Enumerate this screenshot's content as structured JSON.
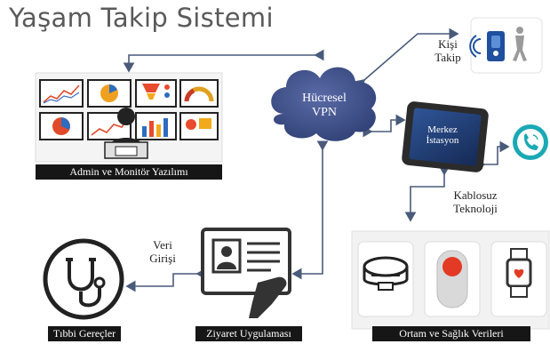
{
  "title": "Yaşam Takip Sistemi",
  "cloud": {
    "line1": "Hücresel",
    "line2": "VPN"
  },
  "tablet": {
    "line1": "Merkez",
    "line2": "İstasyon"
  },
  "person_tracking": {
    "line1": "Kişi",
    "line2": "Takip"
  },
  "wireless": {
    "line1": "Kablosuz",
    "line2": "Teknoloji"
  },
  "data_entry": {
    "line1": "Veri",
    "line2": "Girişi"
  },
  "labels": {
    "admin": "Admin ve Monitör Yazılımı",
    "medical": "Tıbbi Gereçler",
    "visit_app": "Ziyaret Uygulaması",
    "env_health": "Ortam ve Sağlık Verileri"
  },
  "colors": {
    "arrow": "#4a5a7a",
    "cloud": "#3d4f86",
    "tablet": "#1f3a6e",
    "phone": "#1aa9b5",
    "screen_border": "#222222"
  }
}
